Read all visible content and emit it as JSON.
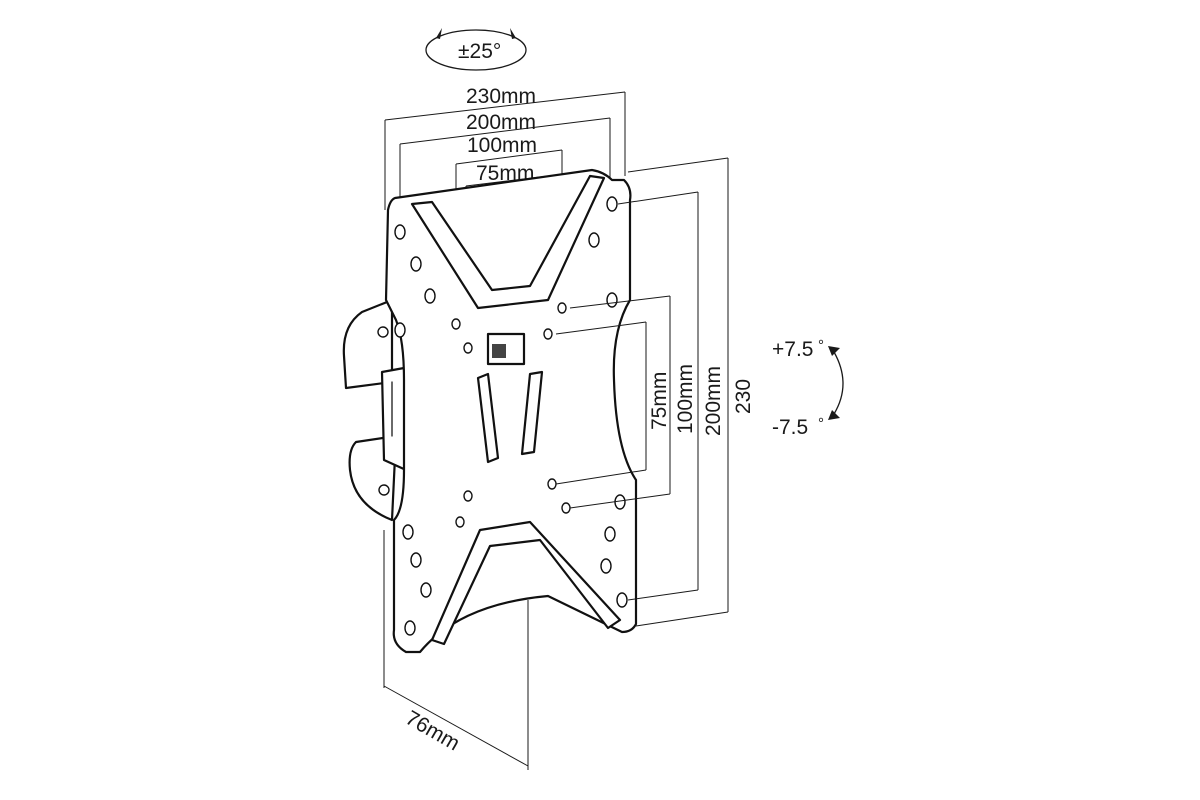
{
  "labels": {
    "swivel": "±25°",
    "w230": "230mm",
    "w200": "200mm",
    "w100": "100mm",
    "w75": "75mm",
    "h75": "75mm",
    "h100": "100mm",
    "h200": "200mm",
    "h230": "230",
    "tilt_up": "+7.5",
    "tilt_up_deg": "°",
    "tilt_down": "-7.5",
    "tilt_down_deg": "°",
    "depth": "76mm"
  }
}
